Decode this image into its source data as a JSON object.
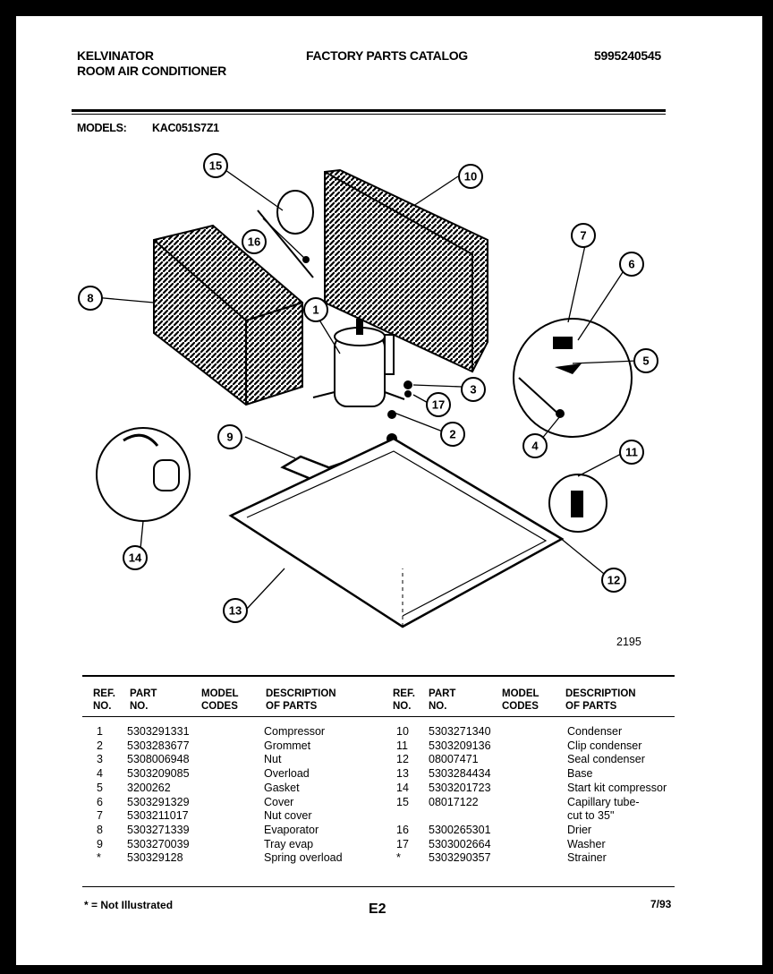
{
  "header": {
    "brand": "KELVINATOR",
    "product": "ROOM AIR CONDITIONER",
    "catalog": "FACTORY PARTS CATALOG",
    "doc_number": "5995240545",
    "models_label": "MODELS:",
    "model": "KAC051S7Z1"
  },
  "diagram": {
    "figure_number": "2195",
    "callouts": [
      "1",
      "2",
      "3",
      "4",
      "5",
      "6",
      "7",
      "8",
      "9",
      "10",
      "11",
      "12",
      "13",
      "14",
      "15",
      "16",
      "17"
    ]
  },
  "table": {
    "headers": {
      "ref_line1": "REF.",
      "ref_line2": "NO.",
      "part_line1": "PART",
      "part_line2": "NO.",
      "model_line1": "MODEL",
      "model_line2": "CODES",
      "desc_line1": "DESCRIPTION",
      "desc_line2": "OF PARTS"
    },
    "left_rows": [
      {
        "ref": "1",
        "part": "5303291331",
        "code": "",
        "desc": "Compressor"
      },
      {
        "ref": "2",
        "part": "5303283677",
        "code": "",
        "desc": "Grommet"
      },
      {
        "ref": "3",
        "part": "5308006948",
        "code": "",
        "desc": "Nut"
      },
      {
        "ref": "4",
        "part": "5303209085",
        "code": "",
        "desc": "Overload"
      },
      {
        "ref": "5",
        "part": "3200262",
        "code": "",
        "desc": "Gasket"
      },
      {
        "ref": "6",
        "part": "5303291329",
        "code": "",
        "desc": "Cover"
      },
      {
        "ref": "7",
        "part": "5303211017",
        "code": "",
        "desc": "Nut cover"
      },
      {
        "ref": "8",
        "part": "5303271339",
        "code": "",
        "desc": "Evaporator"
      },
      {
        "ref": "9",
        "part": "5303270039",
        "code": "",
        "desc": "Tray evap"
      },
      {
        "ref": "*",
        "part": "530329128",
        "code": "",
        "desc": "Spring overload"
      }
    ],
    "right_rows": [
      {
        "ref": "10",
        "part": "5303271340",
        "code": "",
        "desc": "Condenser"
      },
      {
        "ref": "11",
        "part": "5303209136",
        "code": "",
        "desc": "Clip condenser"
      },
      {
        "ref": "12",
        "part": "08007471",
        "code": "",
        "desc": "Seal condenser"
      },
      {
        "ref": "13",
        "part": "5303284434",
        "code": "",
        "desc": "Base"
      },
      {
        "ref": "14",
        "part": "5303201723",
        "code": "",
        "desc": "Start kit compressor"
      },
      {
        "ref": "15",
        "part": "08017122",
        "code": "",
        "desc": "Capillary tube-"
      },
      {
        "ref": "",
        "part": "",
        "code": "",
        "desc": "cut to 35\""
      },
      {
        "ref": "16",
        "part": "5300265301",
        "code": "",
        "desc": "Drier"
      },
      {
        "ref": "17",
        "part": "5303002664",
        "code": "",
        "desc": "Washer"
      },
      {
        "ref": "*",
        "part": "5303290357",
        "code": "",
        "desc": "Strainer"
      }
    ]
  },
  "footer": {
    "note": "* = Not Illustrated",
    "page": "E2",
    "date": "7/93"
  }
}
